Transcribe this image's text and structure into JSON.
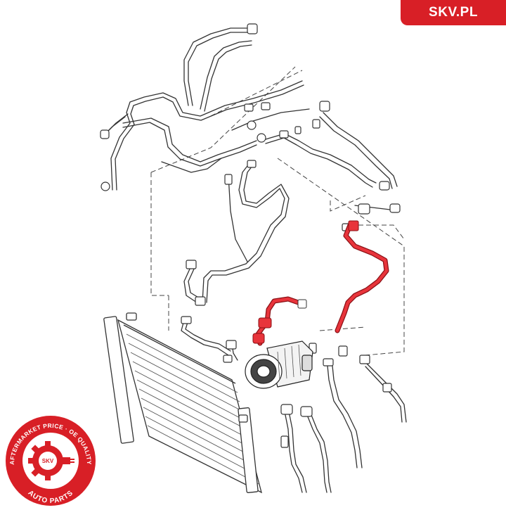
{
  "brand": {
    "label": "SKV.PL",
    "color": "#d81f26"
  },
  "seal": {
    "top_text": "AFTERMARKET PRICE · OE QUALITY",
    "bottom_text": "AUTO PARTS",
    "center_text": "SKV",
    "color": "#d81f26"
  },
  "diagram": {
    "highlight_color": "#e8343b",
    "line_color": "#333333",
    "highlighted_part": "ac-suction-hose"
  }
}
